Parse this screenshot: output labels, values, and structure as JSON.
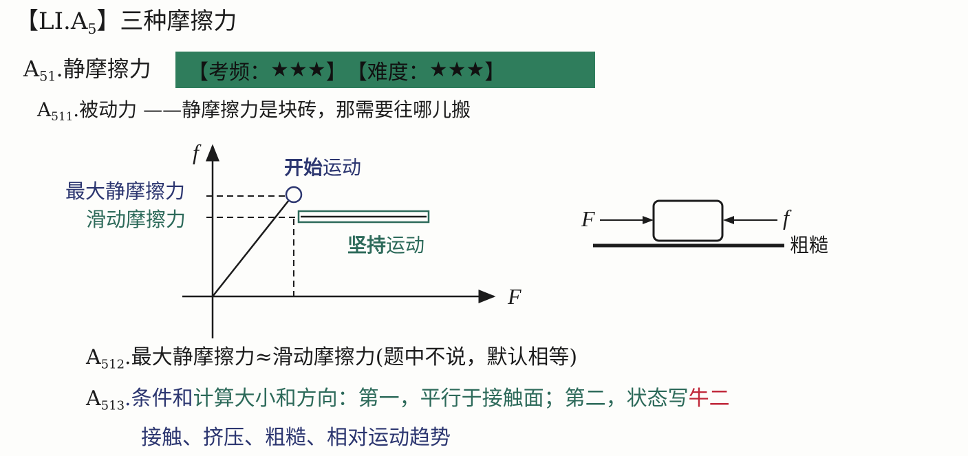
{
  "title": {
    "prefix": "【LI.A",
    "sub": "5",
    "suffix": "】三种摩擦力"
  },
  "section": {
    "label": "A",
    "sub": "51",
    "text": ".静摩擦力",
    "badge": {
      "freq_label": "【考频：",
      "freq_stars": "★★★",
      "freq_close": "】",
      "diff_label": "【难度：",
      "diff_stars": "★★★",
      "diff_close": "】"
    }
  },
  "item511": {
    "label": "A",
    "sub": "511",
    "text": ".被动力 ——静摩擦力是块砖，那需要往哪儿搬"
  },
  "graph": {
    "y_axis": "f",
    "x_axis": "F",
    "max_static": "最大静摩擦力",
    "sliding": "滑动摩擦力",
    "start_bold": "开始",
    "start_rest": "运动",
    "keep_bold": "坚持",
    "keep_rest": "运动"
  },
  "block_diagram": {
    "applied_force": "F",
    "friction": "f",
    "surface": "粗糙"
  },
  "item512": {
    "label": "A",
    "sub": "512",
    "text": ".最大静摩擦力≈滑动摩擦力(题中不说，默认相等)"
  },
  "item513": {
    "label": "A",
    "sub": "513",
    "part1": ".条件和",
    "part2": "计算大小和方向：第一，平行于接触面；第二，状态写",
    "part3": "牛二",
    "line2": "接触、挤压、粗糙、相对运动趋势"
  },
  "colors": {
    "badge": "#2f7d5c",
    "navy": "#2c3670",
    "teal": "#2d6a5a",
    "red": "#c0283a"
  }
}
